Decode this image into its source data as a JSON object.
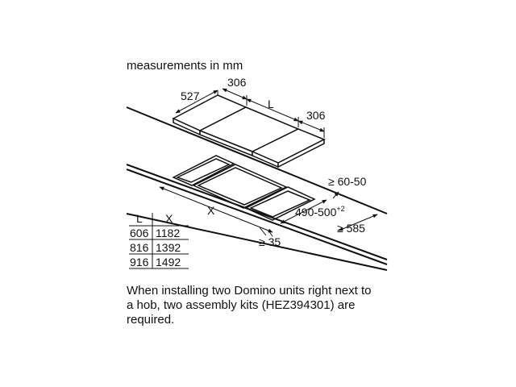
{
  "caption": "measurements in mm",
  "dimensions": {
    "depth": "527",
    "width_left": "306",
    "length": "L",
    "width_right": "306",
    "front_gap": "≥ 60-50",
    "cutout": "490-500",
    "cutout_sup": "+2",
    "cutout_total": "X",
    "worktop_depth": "≥ 585",
    "wall_gap": "≥ 35"
  },
  "table": {
    "headers": [
      "L",
      "X"
    ],
    "rows": [
      [
        "606",
        "1182"
      ],
      [
        "816",
        "1392"
      ],
      [
        "916",
        "1492"
      ]
    ]
  },
  "note_lines": [
    "When installing two Domino units right next to",
    "a hob, two assembly kits (HEZ394301) are",
    "required."
  ]
}
